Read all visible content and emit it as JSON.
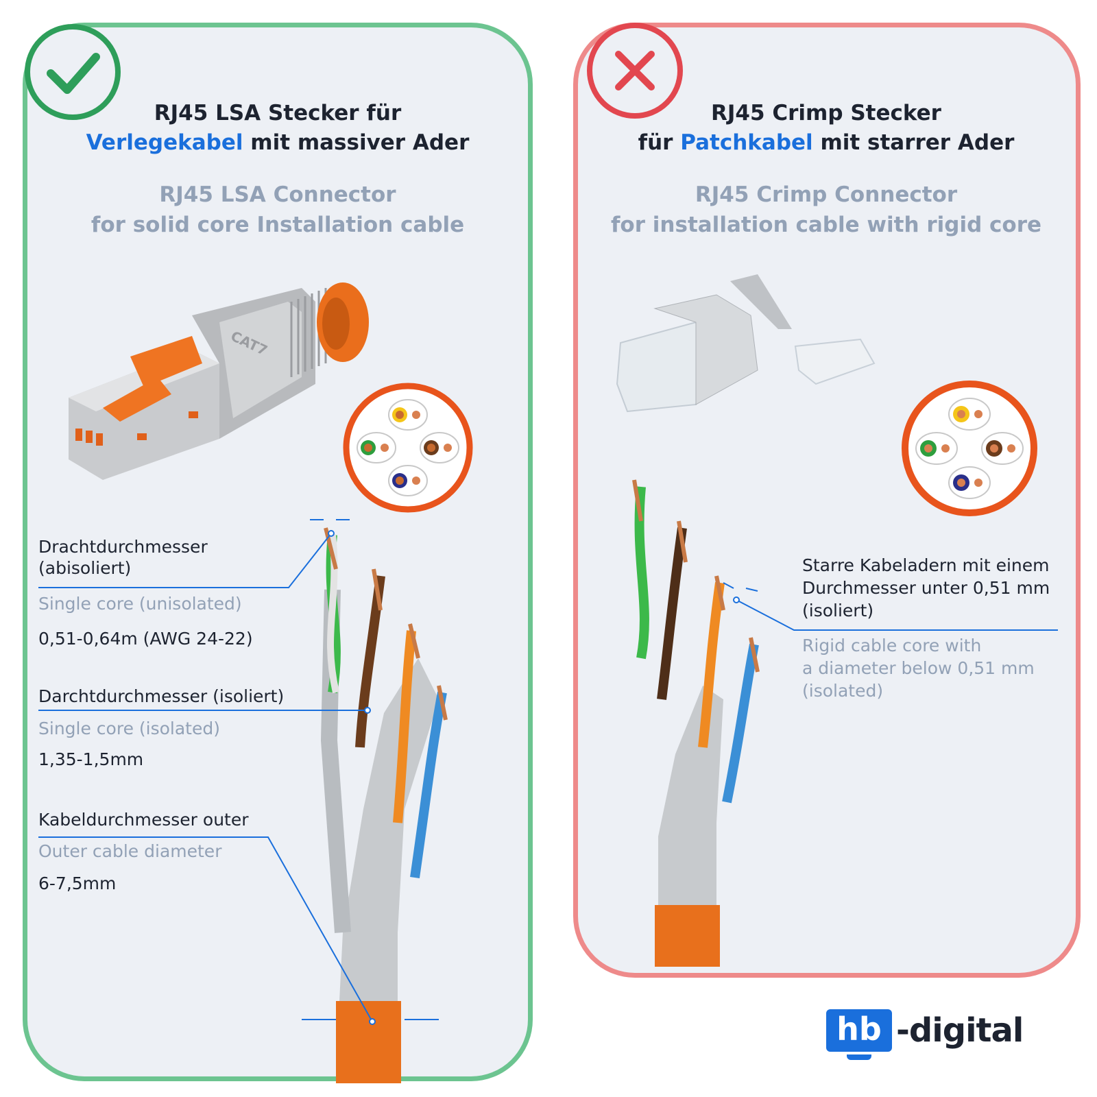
{
  "left_panel": {
    "status_icon": "checkmark-icon",
    "status_color": "#2e9e5a",
    "border_color": "#6cc490",
    "title_line1": "RJ45 LSA Stecker für",
    "title_accent": "Verlegekabel",
    "title_rest": " mit massiver Ader",
    "subtitle_line1": "RJ45 LSA Connector",
    "subtitle_line2": "for solid core Installation cable",
    "product_label": "CAT7",
    "specs": [
      {
        "de_line1": "Drachtdurchmesser",
        "de_line2": "(abisoliert)",
        "en": "Single core (unisolated)",
        "value": "0,51-0,64m (AWG 24-22)"
      },
      {
        "de_line1": "Darchtdurchmesser (isoliert)",
        "en": "Single core (isolated)",
        "value": "1,35-1,5mm"
      },
      {
        "de_line1": "Kabeldurchmesser outer",
        "en": "Outer cable diameter",
        "value": "6-7,5mm"
      }
    ]
  },
  "right_panel": {
    "status_icon": "cross-icon",
    "status_color": "#e2474f",
    "border_color": "#ee8a8a",
    "title_line1": "RJ45 Crimp Stecker",
    "title_pre": "für ",
    "title_accent": "Patchkabel",
    "title_rest": " mit starrer Ader",
    "subtitle_line1": "RJ45 Crimp Connector",
    "subtitle_line2": "for installation cable with rigid core",
    "spec_de": [
      "Starre Kabeladern mit einem",
      "Durchmesser unter 0,51 mm",
      "(isoliert)"
    ],
    "spec_en": [
      "Rigid cable core with",
      "a diameter below 0,51 mm",
      "(isolated)"
    ]
  },
  "logo": {
    "box_text": "hb",
    "text": "-digital",
    "color": "#1a6fdc"
  },
  "colors": {
    "accent": "#1a6fdc",
    "cable_orange": "#e8701c"
  }
}
